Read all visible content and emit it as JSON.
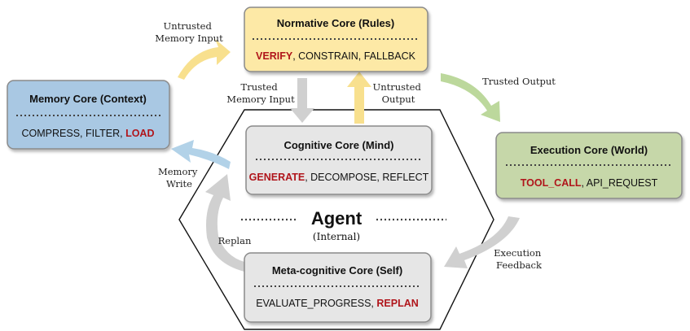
{
  "agent": {
    "title": "Agent",
    "subtitle": "(Internal)"
  },
  "boxes": {
    "normative": {
      "title": "Normative Core (Rules)",
      "ops": [
        {
          "text": "VERIFY",
          "hl": true
        },
        {
          "text": ",  CONSTRAIN,  FALLBACK",
          "hl": false
        }
      ],
      "fill": "#fde9a6",
      "stroke": "#8a8a8a"
    },
    "memory": {
      "title": "Memory Core (Context)",
      "ops": [
        {
          "text": "COMPRESS,  FILTER,  ",
          "hl": false
        },
        {
          "text": "LOAD",
          "hl": true
        }
      ],
      "fill": "#a9c8e3",
      "stroke": "#8a8a8a"
    },
    "cognitive": {
      "title": "Cognitive Core (Mind)",
      "ops": [
        {
          "text": "GENERATE",
          "hl": true
        },
        {
          "text": ", DECOMPOSE, REFLECT",
          "hl": false
        }
      ],
      "fill": "#e6e6e6",
      "stroke": "#8a8a8a"
    },
    "execution": {
      "title": "Execution Core (World)",
      "ops": [
        {
          "text": "TOOL_CALL",
          "hl": true
        },
        {
          "text": ",  API_REQUEST",
          "hl": false
        }
      ],
      "fill": "#c6d7a9",
      "stroke": "#8a8a8a"
    },
    "meta": {
      "title": "Meta-cognitive Core (Self)",
      "ops": [
        {
          "text": "EVALUATE_PROGRESS,  ",
          "hl": false
        },
        {
          "text": "REPLAN",
          "hl": true
        }
      ],
      "fill": "#e6e6e6",
      "stroke": "#8a8a8a"
    }
  },
  "arrows": {
    "untrusted_memory_input": [
      "Untrusted",
      "Memory Input"
    ],
    "trusted_memory_input": [
      "Trusted",
      "Memory Input"
    ],
    "untrusted_output": [
      "Untrusted",
      "Output"
    ],
    "trusted_output": [
      "Trusted Output"
    ],
    "memory_write": [
      "Memory",
      "Write"
    ],
    "replan": [
      "Replan"
    ],
    "execution_feedback": [
      "Execution",
      "Feedback"
    ]
  },
  "colors": {
    "highlight": "#b0151b",
    "arrow_yellow": "#f8e08e",
    "arrow_green": "#bcd89c",
    "arrow_blue": "#b2d2e8",
    "arrow_gray": "#d0d0d0"
  }
}
